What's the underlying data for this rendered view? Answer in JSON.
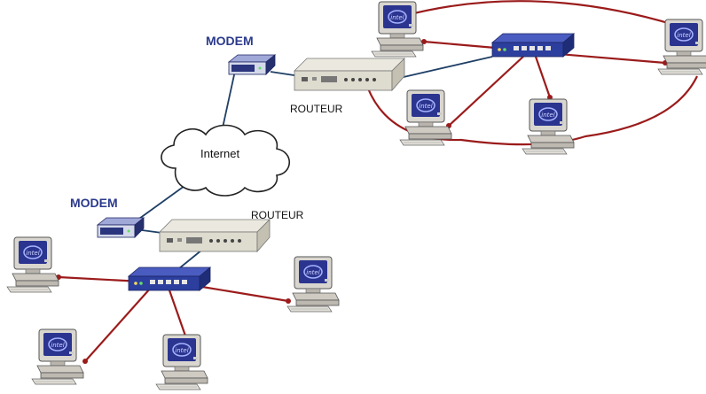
{
  "labels": {
    "modem_top": "MODEM",
    "router_top": "ROUTEUR",
    "internet": "Internet",
    "modem_bottom": "MODEM",
    "router_bottom": "ROUTEUR"
  },
  "colors": {
    "lan_cable": "#9b1b1b",
    "wan_cable": "#1f3f66",
    "modem_label": "#2b3a8c",
    "switch_body": "#2c3f9e"
  },
  "icons": {
    "pc": "pentium-computer-icon",
    "switch": "network-switch-icon",
    "router": "router-icon",
    "modem": "modem-icon",
    "cloud": "internet-cloud-icon"
  }
}
